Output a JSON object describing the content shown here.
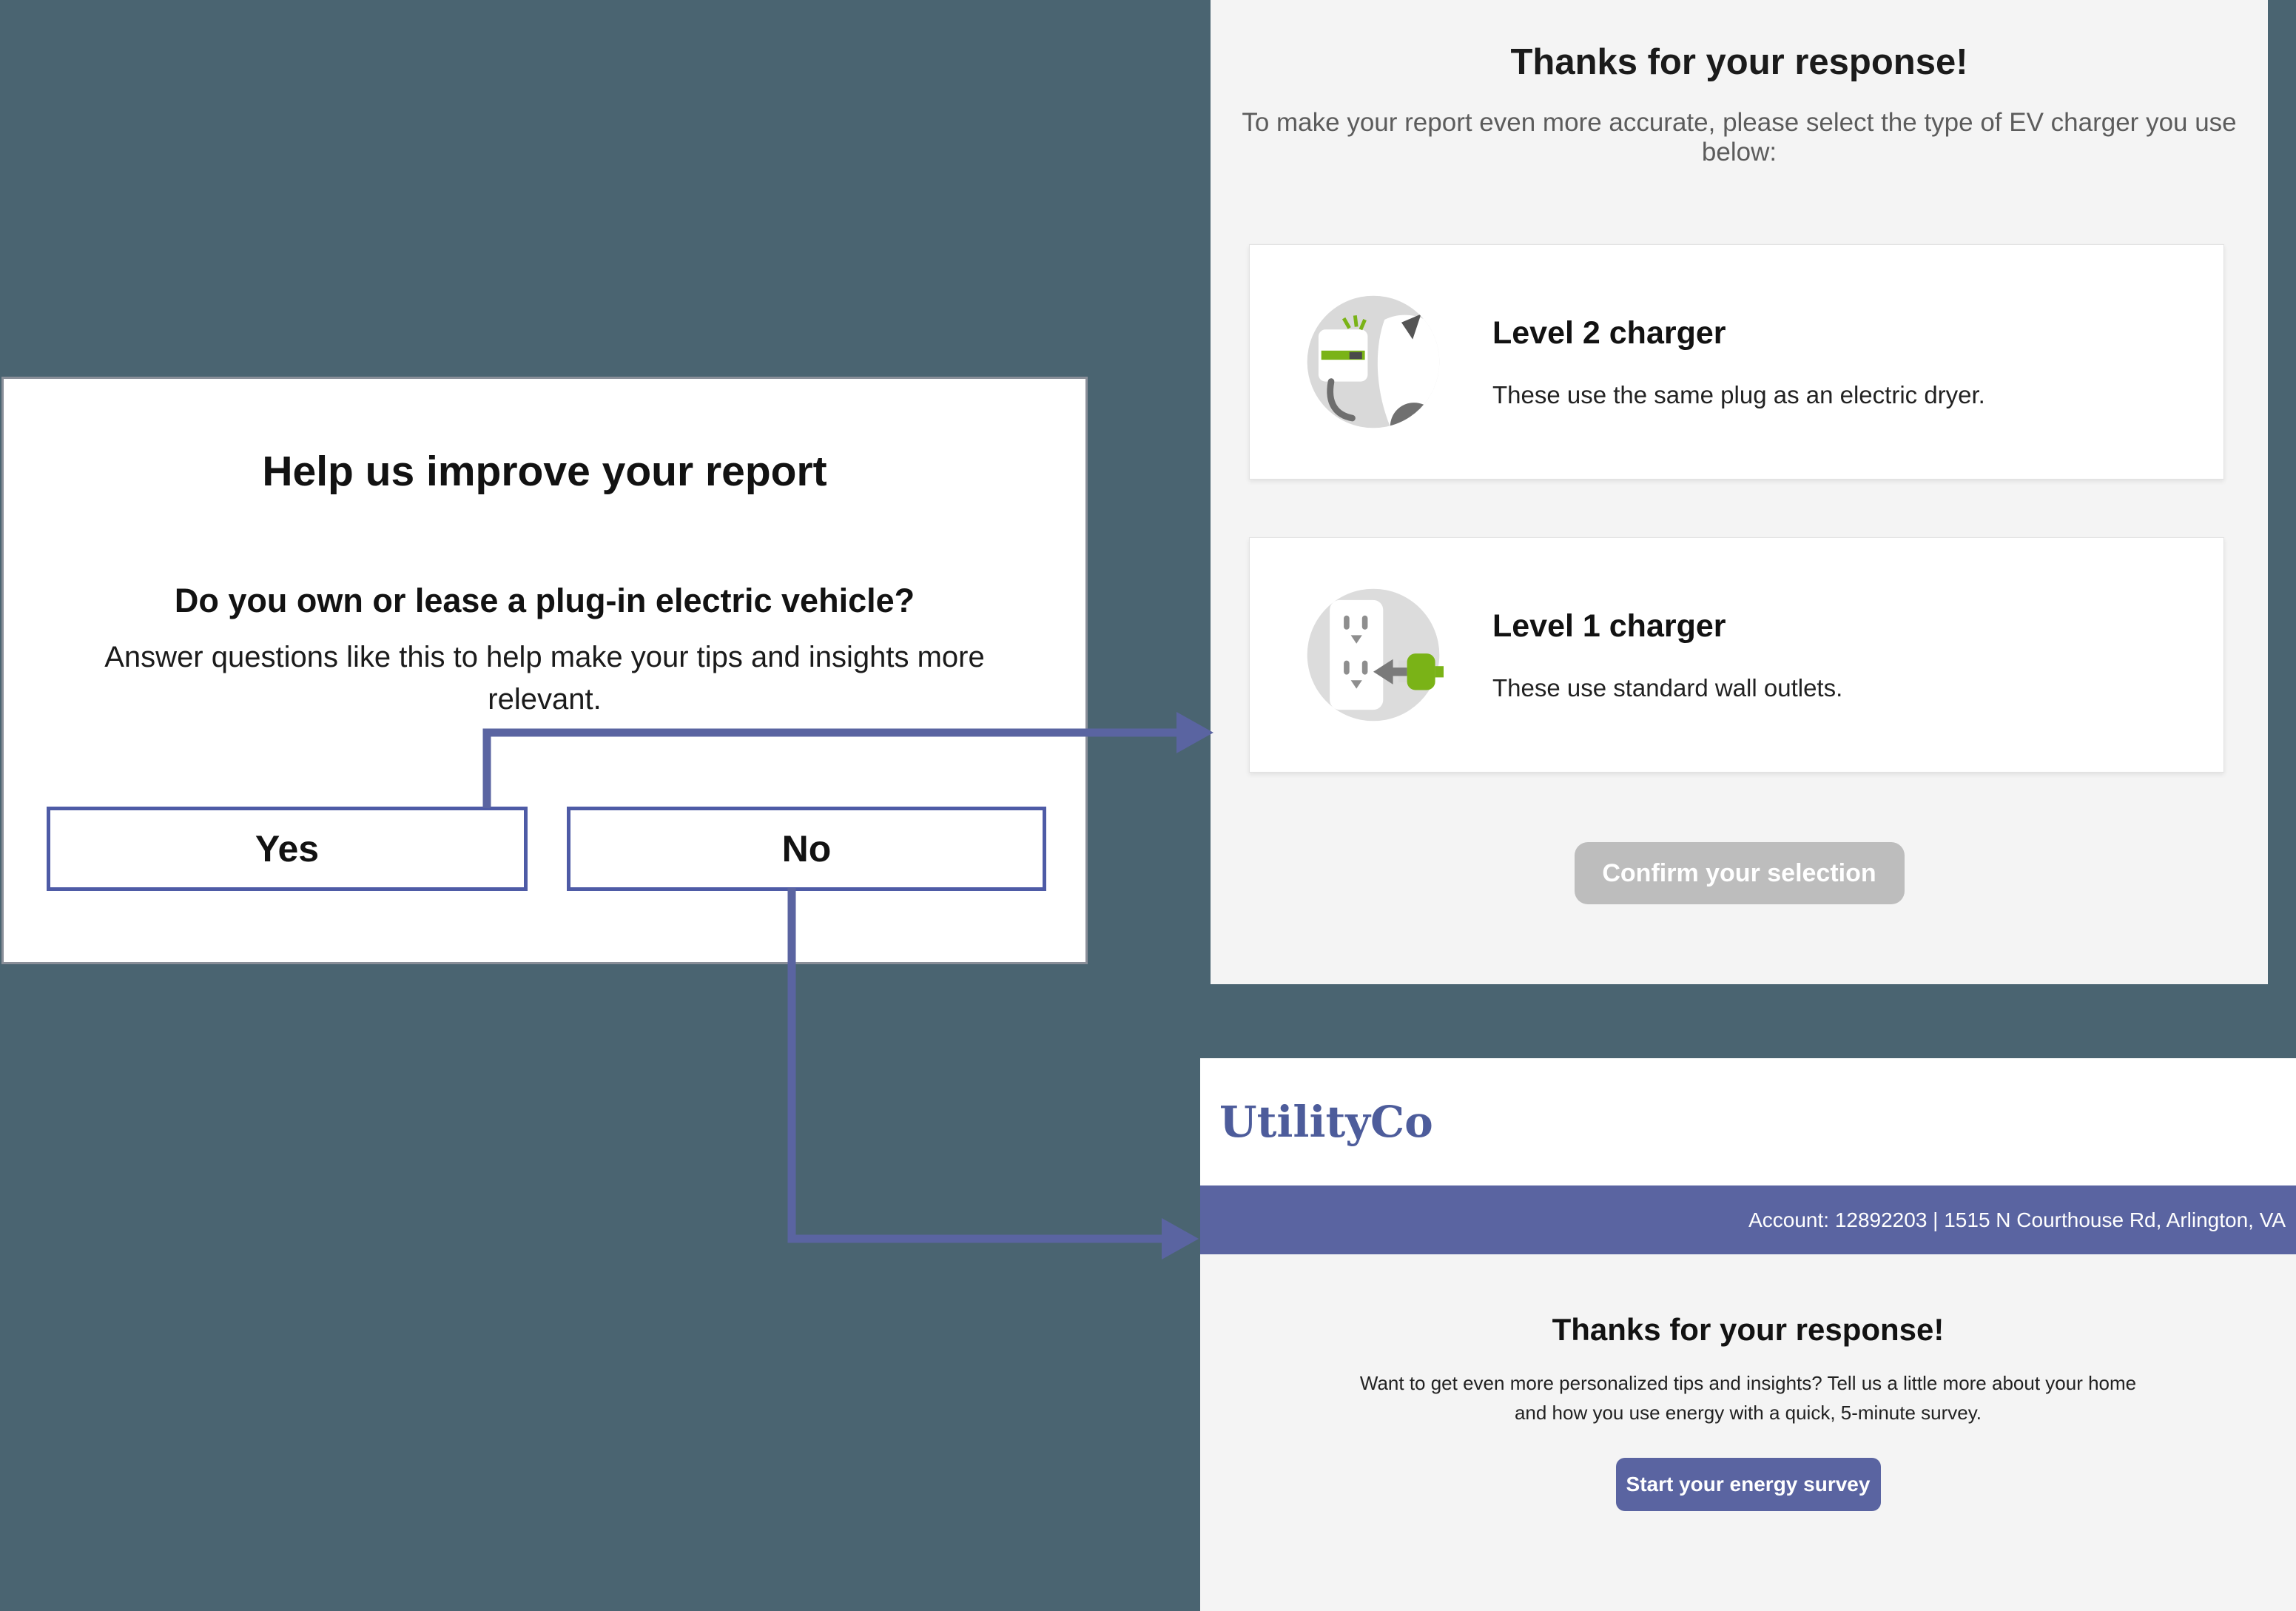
{
  "colors": {
    "canvas_bg": "#4A6471",
    "accent_blue": "#5A64A1",
    "panel_bg": "#F4F4F4",
    "confirm_disabled_gray": "#BDBDBD",
    "charger_green": "#7AB317",
    "logo_blue": "#4D5C9B"
  },
  "dialog": {
    "title": "Help us improve your report",
    "question": "Do you own or lease a plug-in electric vehicle?",
    "subtext": "Answer questions like this to help make your tips and insights more relevant.",
    "yes_label": "Yes",
    "no_label": "No"
  },
  "charger_panel": {
    "title": "Thanks for your response!",
    "subtitle": "To make your report even more accurate, please select the type of EV charger you use below:",
    "options": [
      {
        "icon": "level-2-charger-icon",
        "title": "Level 2 charger",
        "description": "These use the same plug as an electric dryer."
      },
      {
        "icon": "level-1-charger-icon",
        "title": "Level 1 charger",
        "description": "These use standard wall outlets."
      }
    ],
    "confirm_label": "Confirm your selection"
  },
  "email_panel": {
    "logo": "UtilityCo",
    "account_line": "Account: 12892203  |  1515 N Courthouse Rd, Arlington, VA",
    "title": "Thanks for your response!",
    "body": "Want to get even more personalized tips and insights? Tell us a little more about your home and how you use energy with a quick, 5-minute survey.",
    "cta_label": "Start your energy survey"
  }
}
